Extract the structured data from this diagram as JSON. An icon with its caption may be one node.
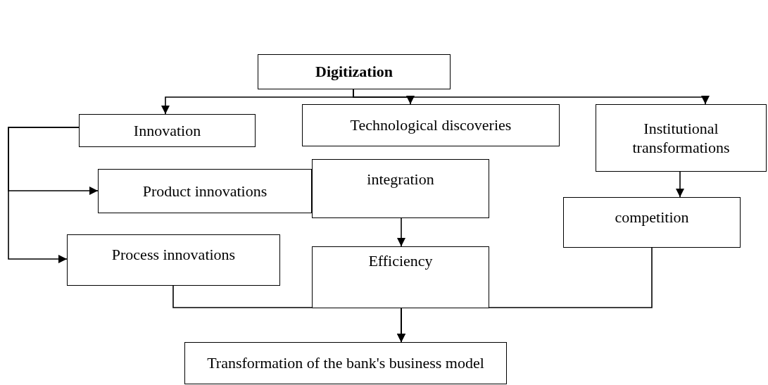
{
  "diagram": {
    "nodes": [
      {
        "text": [
          "Digitization"
        ]
      },
      {
        "text": [
          "Innovation"
        ]
      },
      {
        "text": [
          "Technological discoveries"
        ]
      },
      {
        "text": [
          "Institutional transformations"
        ]
      },
      {
        "text": [
          "Product innovations"
        ]
      },
      {
        "text": [
          "integration"
        ]
      },
      {
        "text": [
          "Process innovations"
        ]
      },
      {
        "text": [
          "Efficiency"
        ]
      },
      {
        "text": [
          "competition"
        ]
      },
      {
        "text": [
          "Transformation of the bank's business model"
        ]
      }
    ],
    "edges": [
      {
        "from": 0,
        "to": 1,
        "arrow": "to"
      },
      {
        "from": 0,
        "to": 2,
        "arrow": "to"
      },
      {
        "from": 0,
        "to": 3,
        "arrow": "to"
      },
      {
        "from": 1,
        "to": 4,
        "arrow": "to"
      },
      {
        "from": 1,
        "to": 6,
        "arrow": "to"
      },
      {
        "from": 3,
        "to": 8,
        "arrow": "to"
      },
      {
        "from": 5,
        "to": 7,
        "arrow": "to"
      },
      {
        "from": 6,
        "to": 9,
        "arrow": "to"
      },
      {
        "from": 7,
        "to": 9,
        "arrow": "to"
      },
      {
        "from": 8,
        "to": 9,
        "arrow": "to"
      }
    ]
  }
}
